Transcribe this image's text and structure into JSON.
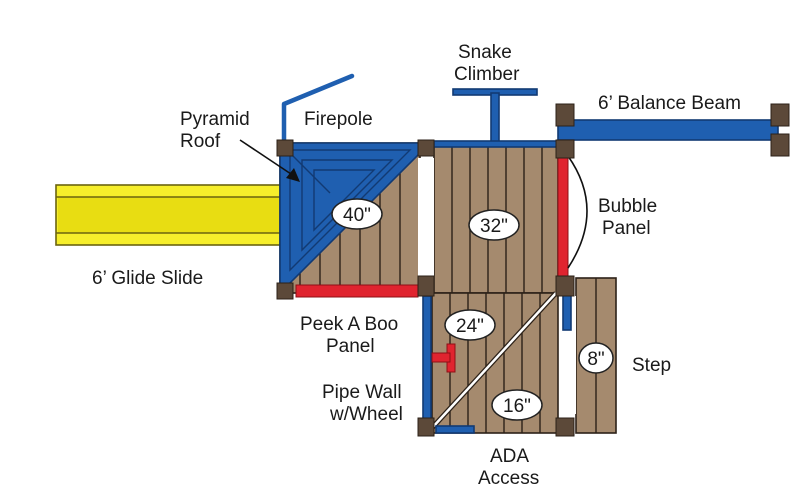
{
  "labels": {
    "pyramid_roof_1": "Pyramid",
    "pyramid_roof_2": "Roof",
    "firepole": "Firepole",
    "snake_climber_1": "Snake",
    "snake_climber_2": "Climber",
    "balance_beam": "6’ Balance Beam",
    "bubble_panel_1": "Bubble",
    "bubble_panel_2": "Panel",
    "glide_slide": "6’ Glide Slide",
    "peek_a_boo_1": "Peek A Boo",
    "peek_a_boo_2": "Panel",
    "step": "Step",
    "pipe_wall_1": "Pipe Wall",
    "pipe_wall_2": "w/Wheel",
    "ada_access_1": "ADA",
    "ada_access_2": "Access"
  },
  "heights": {
    "deck_40": "40\"",
    "deck_32": "32\"",
    "deck_24": "24\"",
    "deck_16": "16\"",
    "step_8": "8\""
  },
  "colors": {
    "wood": "#a58a6e",
    "outline": "#2c2118",
    "post": "#5c4939",
    "blue": "#1f5fb0",
    "red": "#e0242f",
    "yellow": "#f6ee2b"
  }
}
